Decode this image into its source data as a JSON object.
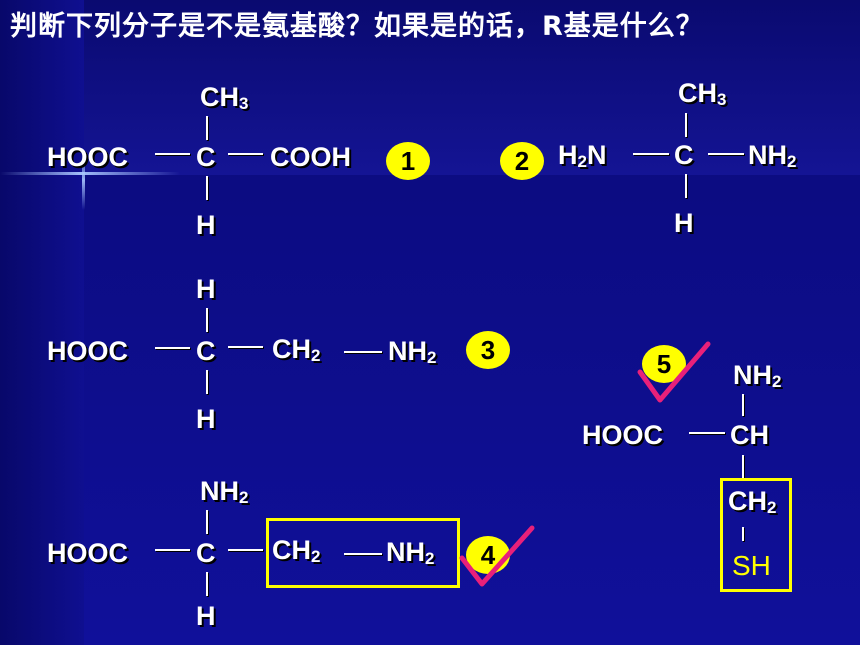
{
  "title": "判断下列分子是不是氨基酸？如果是的话，R基是什么？",
  "m1": {
    "top": "CH3",
    "left": "HOOC",
    "center": "C",
    "right": "COOH",
    "bottom": "H",
    "badge": "1"
  },
  "m2": {
    "badge": "2",
    "left": "H2N",
    "top": "CH3",
    "center": "C",
    "right": "NH2",
    "bottom": "H"
  },
  "m3": {
    "top": "H",
    "left": "HOOC",
    "center": "C",
    "r1": "CH2",
    "r2": "NH2",
    "bottom": "H",
    "badge": "3"
  },
  "m4": {
    "top": "NH2",
    "left": "HOOC",
    "center": "C",
    "r1": "CH2",
    "r2": "NH2",
    "bottom": "H",
    "badge": "4"
  },
  "m5": {
    "badge": "5",
    "top": "NH2",
    "left": "HOOC",
    "center": "CH",
    "r1": "CH2",
    "r2": "SH"
  },
  "colors": {
    "highlight": "#ffff00",
    "check": "#e8207a",
    "background": "#10109a"
  }
}
